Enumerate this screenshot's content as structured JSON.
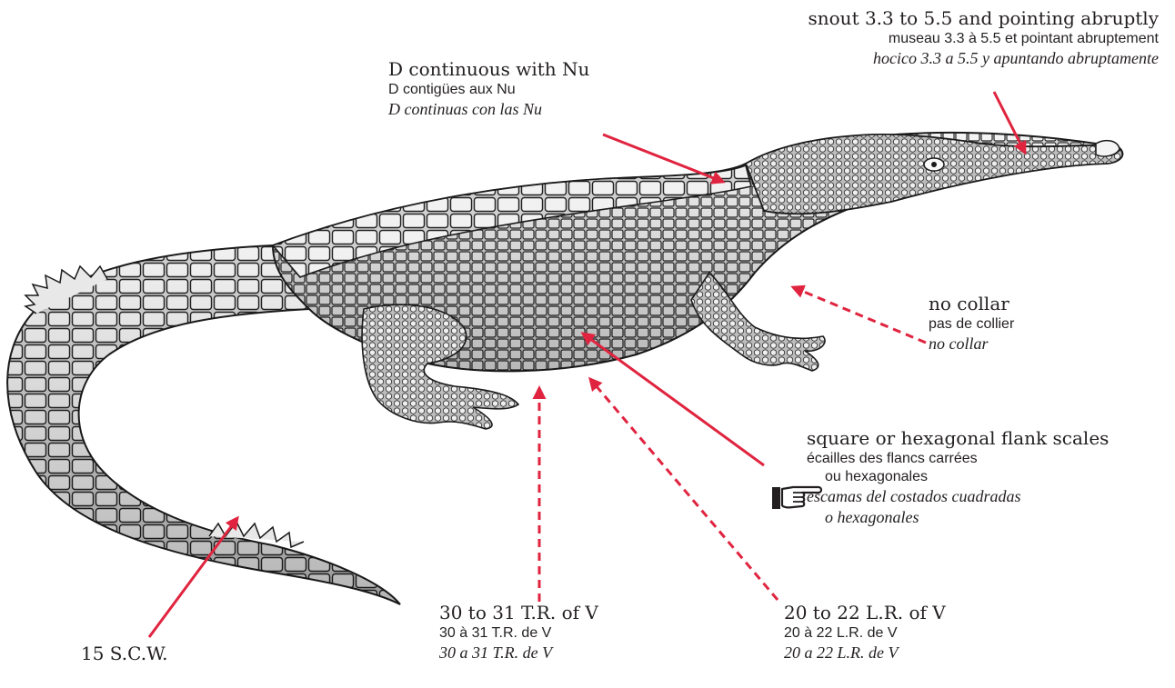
{
  "annotations": {
    "snout": {
      "en": "snout 3.3 to 5.5 and pointing abruptly",
      "fr": "museau 3.3 à 5.5 et pointant abruptement",
      "es": "hocico 3.3 a 5.5 y apuntando abruptamente"
    },
    "dorsal": {
      "en": "D continuous with Nu",
      "fr": "D contigües aux Nu",
      "es": "D continuas con las Nu"
    },
    "collar": {
      "en": "no collar",
      "fr": "pas de collier",
      "es": "no collar"
    },
    "flank": {
      "en": "square or hexagonal flank scales",
      "fr_1": "écailles des flancs carrées",
      "fr_2": "ou hexagonales",
      "es_1": "escamas del costados cuadradas",
      "es_2": "o hexagonales"
    },
    "transverse": {
      "en": "30 to 31 T.R. of V",
      "fr": "30 à 31 T.R. de V",
      "es": "30 a 31 T.R. de V"
    },
    "longitudinal": {
      "en": "20 to 22 L.R. of V",
      "fr": "20 à 22 L.R. de V",
      "es": "20 a 22 L.R. de V"
    },
    "tail": {
      "en": "15 S.C.W."
    }
  },
  "icons": {
    "pointer": "pointing-hand-icon"
  },
  "colors": {
    "arrow": "#e0243f",
    "text": "#231f20",
    "ink": "#2a2a2a",
    "scale_light": "#ececec"
  }
}
